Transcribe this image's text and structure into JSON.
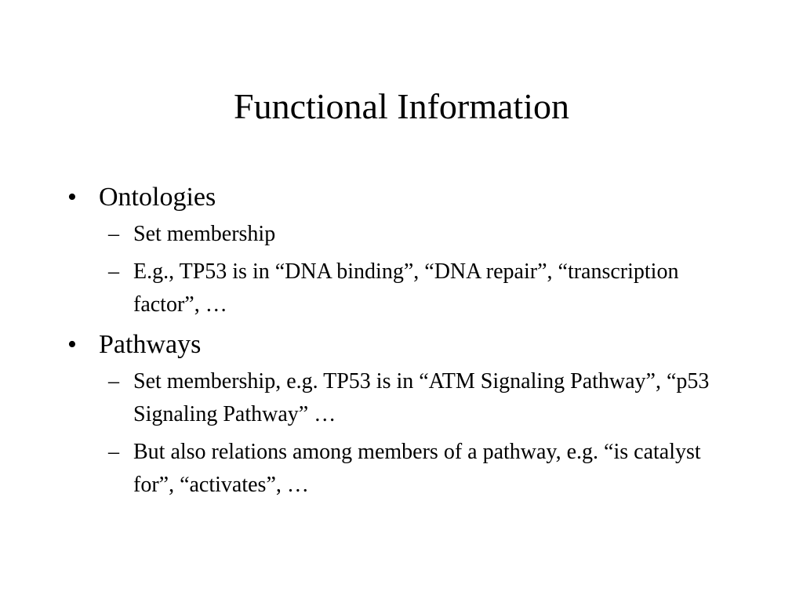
{
  "slide": {
    "title": "Functional Information",
    "bullet_symbol": "•",
    "dash_symbol": "–",
    "items": [
      {
        "label": "Ontologies",
        "subitems": [
          "Set membership",
          "E.g., TP53 is in “DNA binding”, “DNA repair”, “transcription factor”, …"
        ]
      },
      {
        "label": "Pathways",
        "subitems": [
          "Set membership, e.g. TP53 is in “ATM Signaling Pathway”, “p53 Signaling Pathway” …",
          "But also relations among members of a pathway, e.g. “is catalyst for”, “activates”, …"
        ]
      }
    ]
  }
}
